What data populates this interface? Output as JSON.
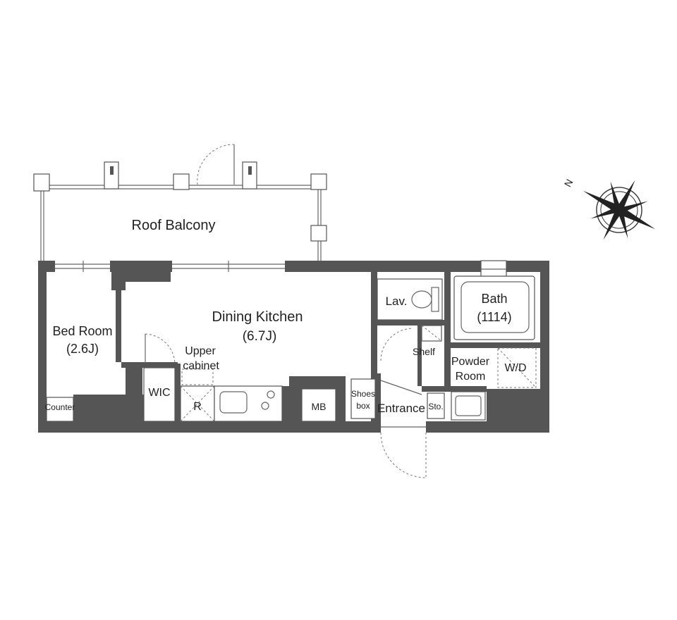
{
  "rooms": {
    "roof_balcony": "Roof Balcony",
    "dining_kitchen": "Dining Kitchen",
    "dining_kitchen_size": "(6.7J)",
    "bed_room": "Bed Room",
    "bed_room_size": "(2.6J)",
    "counter": "Counter",
    "wic": "WIC",
    "upper_cabinet_1": "Upper",
    "upper_cabinet_2": "cabinet",
    "refrigerator": "R",
    "mb": "MB",
    "shoes_box_1": "Shoes",
    "shoes_box_2": "box",
    "entrance": "Entrance",
    "storage": "Sto.",
    "lavatory": "Lav.",
    "shelf": "Shelf",
    "bath": "Bath",
    "bath_size": "(1114)",
    "powder_room_1": "Powder",
    "powder_room_2": "Room",
    "washer_dryer": "W/D"
  },
  "compass": {
    "north_label": "N"
  },
  "colors": {
    "wall": "#555555",
    "line": "#666666",
    "text": "#222222"
  }
}
